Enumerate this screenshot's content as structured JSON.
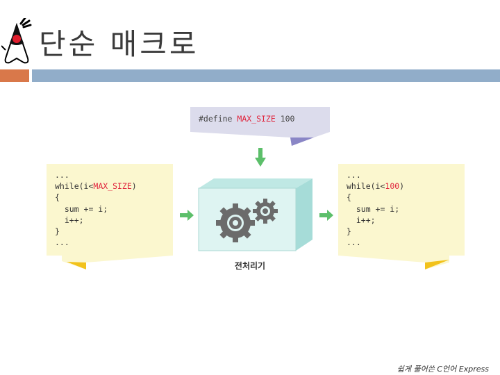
{
  "slide": {
    "title": "단순 매크로",
    "footer": "쉽게 풀어쓴 C언어 Express"
  },
  "diagram": {
    "define_line": {
      "prefix": "#define ",
      "macro": "MAX_SIZE",
      "suffix": " 100"
    },
    "before_code": {
      "line1": "...",
      "line2_prefix": "while(i<",
      "line2_macro": "MAX_SIZE",
      "line2_suffix": ")",
      "line3": "{",
      "line4": "  sum += i;",
      "line5": "  i++;",
      "line6": "}",
      "line7": "..."
    },
    "after_code": {
      "line1": "...",
      "line2_prefix": "while(i<",
      "line2_value": "100",
      "line2_suffix": ")",
      "line3": "{",
      "line4": "  sum += i;",
      "line5": "  i++;",
      "line6": "}",
      "line7": "..."
    },
    "processor_label": "전처리기"
  },
  "colors": {
    "accent_orange": "#d9784a",
    "accent_blue": "#91adc9",
    "note_yellow": "#fbf7cf",
    "macro_red": "#e0243c",
    "arrow_green": "#5cbf6a",
    "define_bg": "#dcdcec"
  },
  "icons": {
    "logo": "java-duke-icon",
    "gears": "gears-icon"
  }
}
